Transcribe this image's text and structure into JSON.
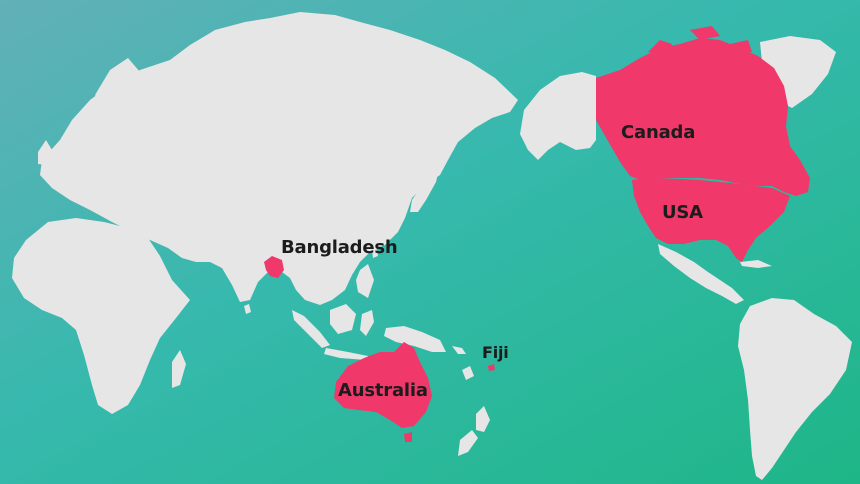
{
  "map": {
    "colors": {
      "background_top_left": "#5fb3b3",
      "background_top_right": "#32bcb0",
      "background_bottom_right": "#1fb98a",
      "land": "#e6e6e6",
      "highlight": "#f0386b",
      "label_text": "#1c1c1c"
    },
    "highlighted_countries": [
      {
        "key": "bangladesh",
        "label": "Bangladesh"
      },
      {
        "key": "canada",
        "label": "Canada"
      },
      {
        "key": "usa",
        "label": "USA"
      },
      {
        "key": "fiji",
        "label": "Fiji"
      },
      {
        "key": "australia",
        "label": "Australia"
      }
    ]
  }
}
